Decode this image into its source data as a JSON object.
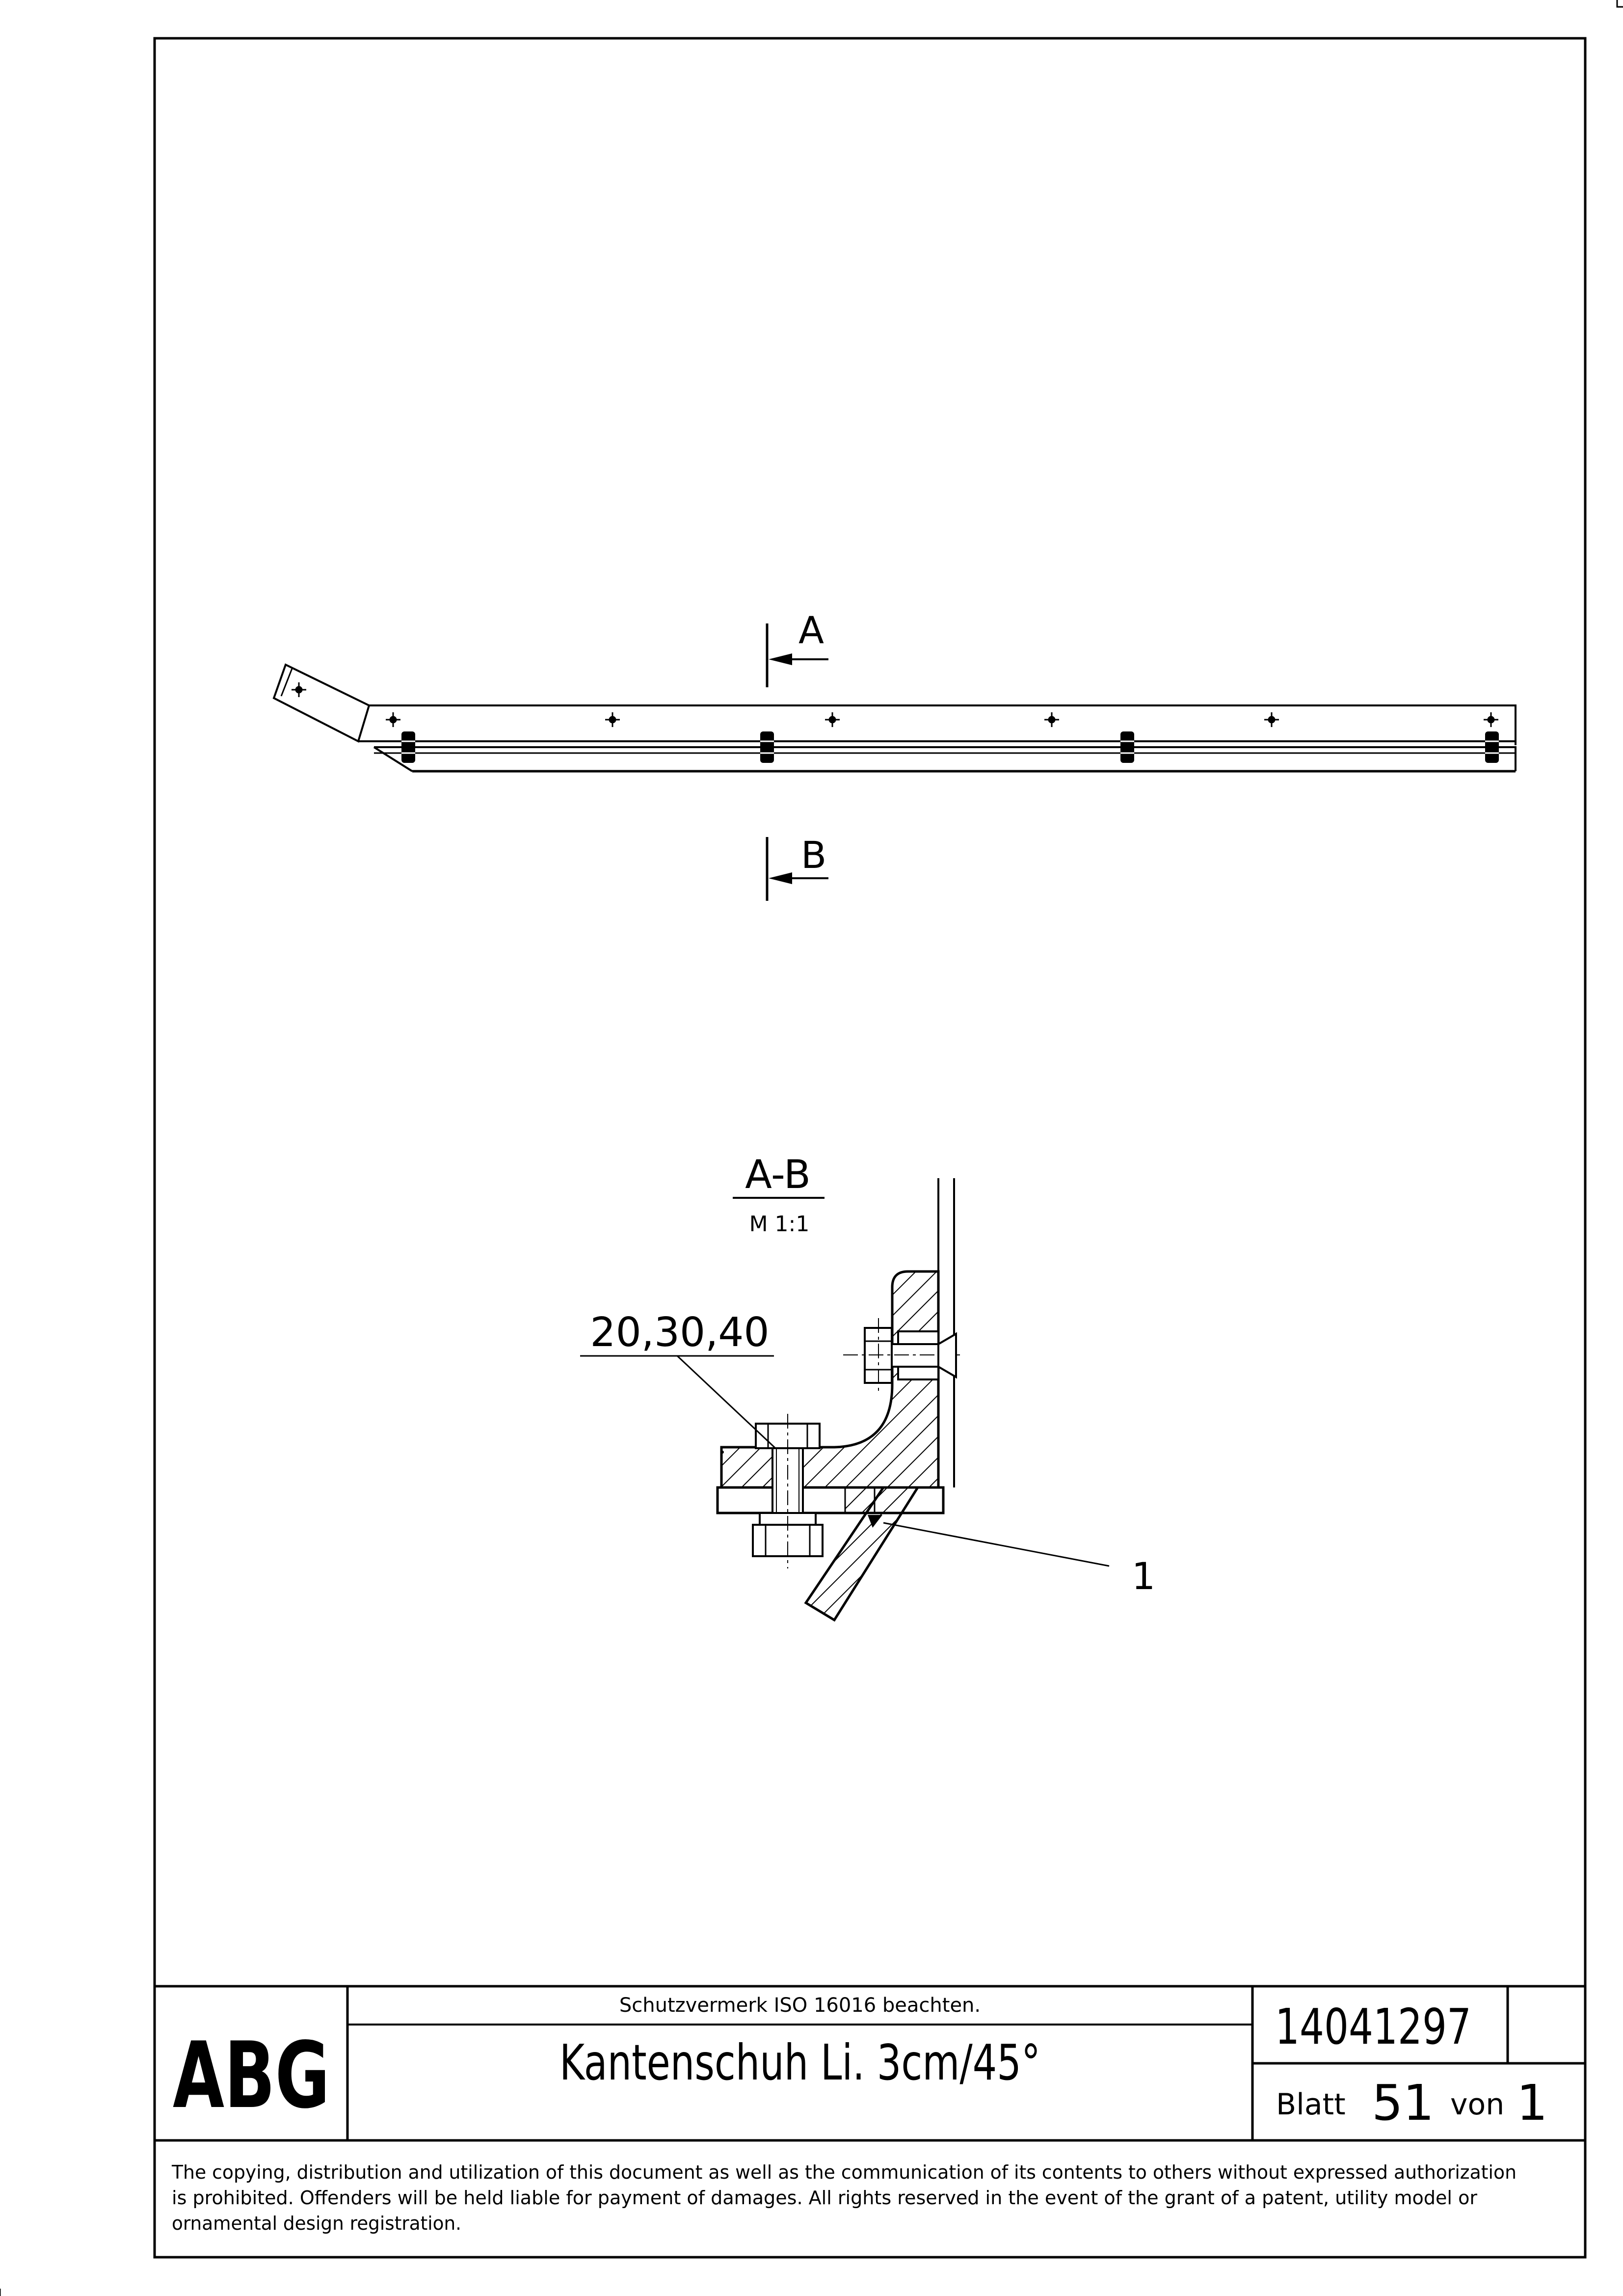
{
  "drawing": {
    "section_label_top": "A",
    "section_label_bottom": "B",
    "section_view_title": "A-B",
    "section_view_scale": "M 1:1",
    "dimension_callout": "20,30,40",
    "part_callout": "1"
  },
  "title_block": {
    "company_logo": "ABG",
    "protection_notice": "Schutzvermerk ISO 16016 beachten.",
    "title": "Kantenschuh Li. 3cm/45°",
    "document_number": "14041297",
    "sheet_label": "Blatt",
    "sheet_number": "51",
    "of_label": "von",
    "total_sheets": "1"
  },
  "legal_notice": {
    "line1": "The copying, distribution and utilization of this document as well as the communication of its contents to others without expressed authorization",
    "line2": "is prohibited. Offenders will be held liable for payment of damages. All rights reserved in the event of the grant of a patent, utility model or",
    "line3": "ornamental design registration."
  }
}
